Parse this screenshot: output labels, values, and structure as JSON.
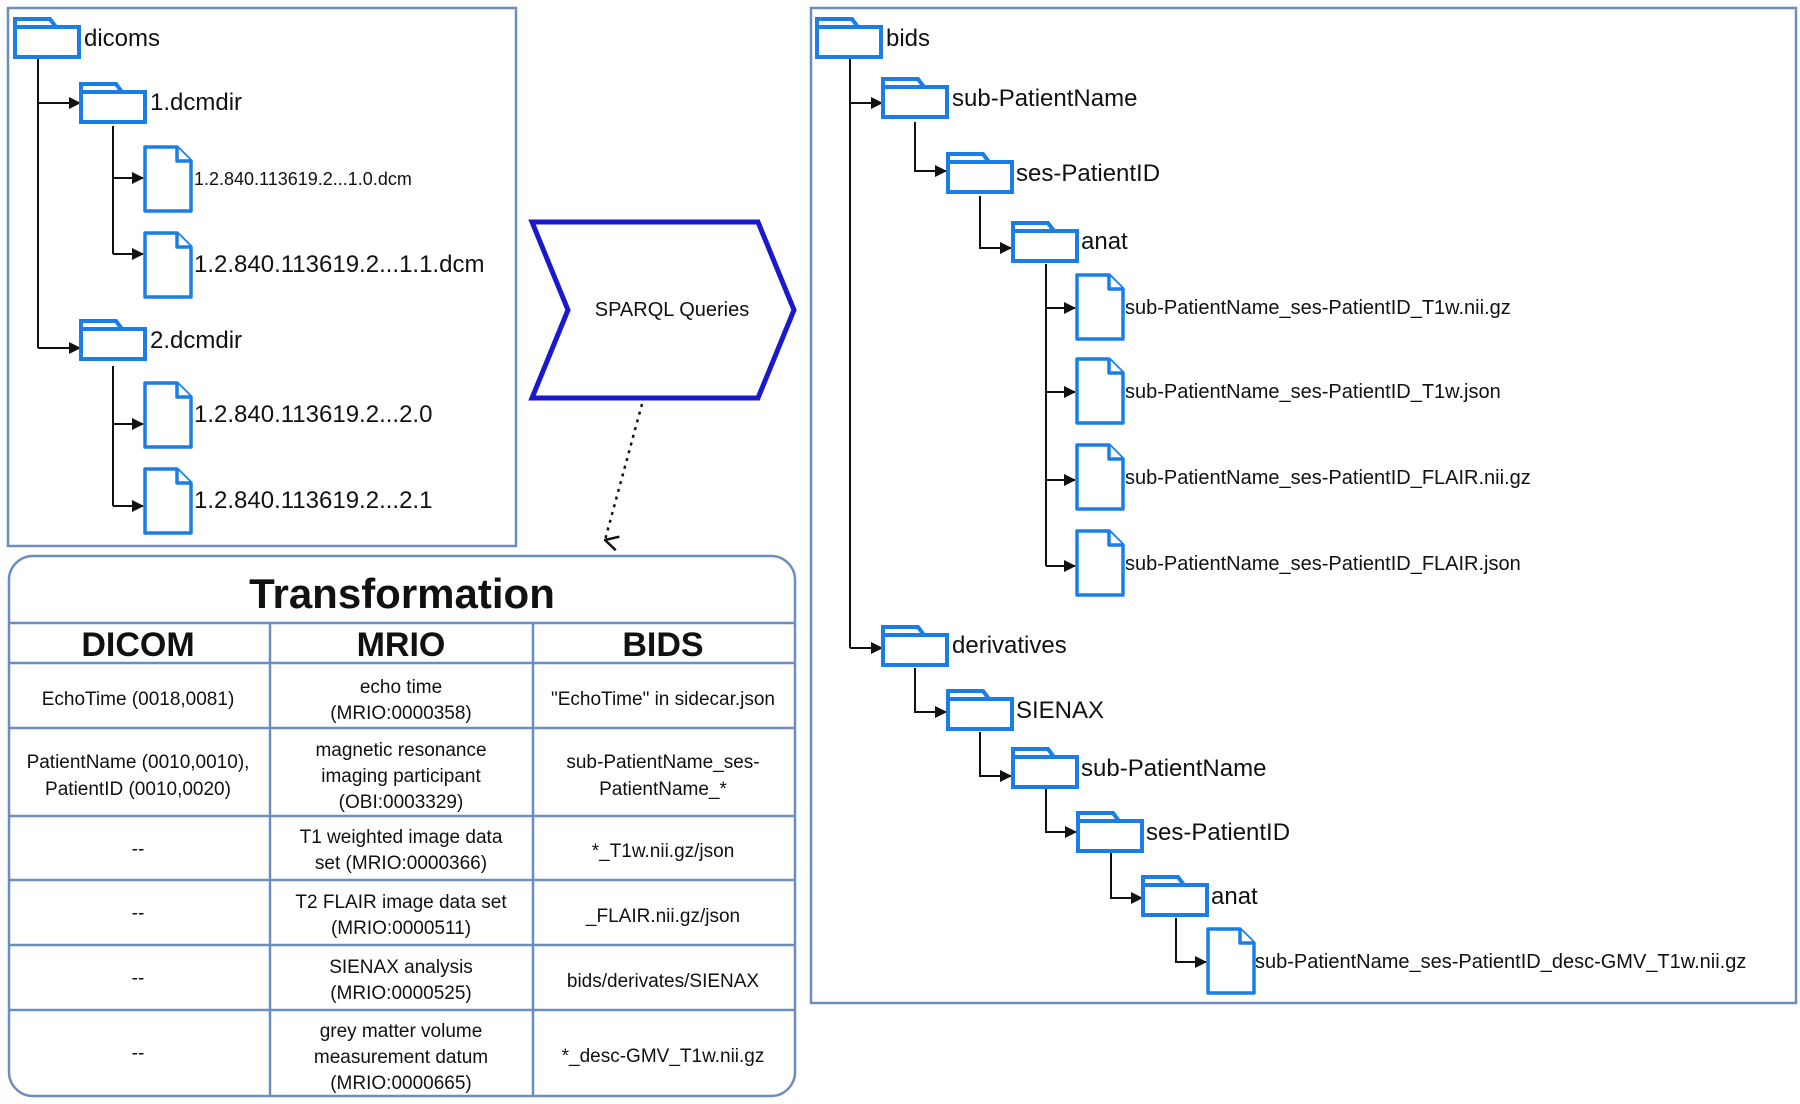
{
  "dicom_tree": {
    "root": "dicoms",
    "dirs": [
      {
        "label": "1.dcmdir",
        "files": [
          "1.2.840.113619.2...1.0.dcm",
          "1.2.840.113619.2...1.1.dcm"
        ]
      },
      {
        "label": "2.dcmdir",
        "files": [
          "1.2.840.113619.2...2.0",
          "1.2.840.113619.2...2.1"
        ]
      }
    ]
  },
  "process": {
    "label": "SPARQL Queries",
    "color": "#1a1acc"
  },
  "transformation": {
    "title": "Transformation",
    "columns": [
      "DICOM",
      "MRIO",
      "BIDS"
    ],
    "rows": [
      {
        "dicom": [
          "EchoTime (0018,0081)"
        ],
        "mrio": [
          "echo time",
          "(MRIO:0000358)"
        ],
        "bids": [
          "\"EchoTime\" in sidecar.json"
        ]
      },
      {
        "dicom": [
          "PatientName (0010,0010),",
          "PatientID (0010,0020)"
        ],
        "mrio": [
          "magnetic resonance",
          "imaging participant",
          "(OBI:0003329)"
        ],
        "bids": [
          "sub-PatientName_ses-",
          "PatientName_*"
        ]
      },
      {
        "dicom": [
          "--"
        ],
        "mrio": [
          "T1 weighted image data",
          "set (MRIO:0000366)"
        ],
        "bids": [
          "*_T1w.nii.gz/json"
        ]
      },
      {
        "dicom": [
          "--"
        ],
        "mrio": [
          "T2 FLAIR image data set",
          "(MRIO:0000511)"
        ],
        "bids": [
          "_FLAIR.nii.gz/json"
        ]
      },
      {
        "dicom": [
          "--"
        ],
        "mrio": [
          "SIENAX analysis",
          "(MRIO:0000525)"
        ],
        "bids": [
          "bids/derivates/SIENAX"
        ]
      },
      {
        "dicom": [
          "--"
        ],
        "mrio": [
          "grey matter volume",
          "measurement datum",
          "(MRIO:0000665)"
        ],
        "bids": [
          "*_desc-GMV_T1w.nii.gz"
        ]
      }
    ]
  },
  "bids_tree": {
    "root": "bids",
    "subject": "sub-PatientName",
    "session": "ses-PatientID",
    "anat": "anat",
    "anat_files": [
      "sub-PatientName_ses-PatientID_T1w.nii.gz",
      "sub-PatientName_ses-PatientID_T1w.json",
      "sub-PatientName_ses-PatientID_FLAIR.nii.gz",
      "sub-PatientName_ses-PatientID_FLAIR.json"
    ],
    "derivatives": "derivatives",
    "sienax": "SIENAX",
    "deriv_subject": "sub-PatientName",
    "deriv_session": "ses-PatientID",
    "deriv_anat": "anat",
    "deriv_file": "sub-PatientName_ses-PatientID_desc-GMV_T1w.nii.gz"
  },
  "colors": {
    "panel_border": "#6c8ebf",
    "icon_blue": "#1a7ee6"
  }
}
